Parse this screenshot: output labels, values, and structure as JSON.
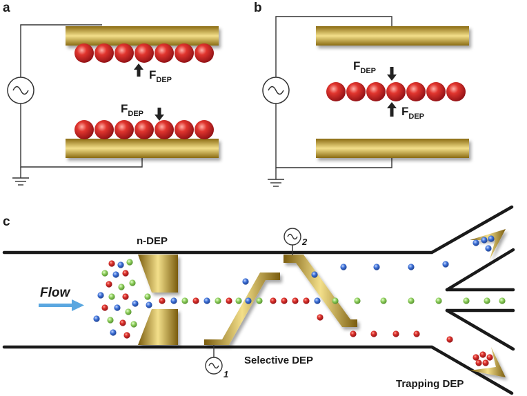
{
  "panels": {
    "a": {
      "label": "a"
    },
    "b": {
      "label": "b"
    },
    "c": {
      "label": "c"
    }
  },
  "force": {
    "main": "F",
    "sub": "DEP"
  },
  "labels": {
    "ndep": "n-DEP",
    "selective": "Selective DEP",
    "trapping": "Trapping DEP",
    "flow": "Flow",
    "source1": "1",
    "source2": "2"
  },
  "colors": {
    "gold_dark": "#8a6b12",
    "gold_light": "#f3df8a",
    "particle_red": "#d5202a",
    "particle_blue": "#3b6fd6",
    "particle_green": "#8ccd5a",
    "flow_arrow": "#5aa7e0",
    "channel": "#1a1a1a"
  },
  "icons": [
    "ac-source-icon",
    "ground-icon",
    "force-arrow-icon",
    "flow-arrow-icon"
  ]
}
